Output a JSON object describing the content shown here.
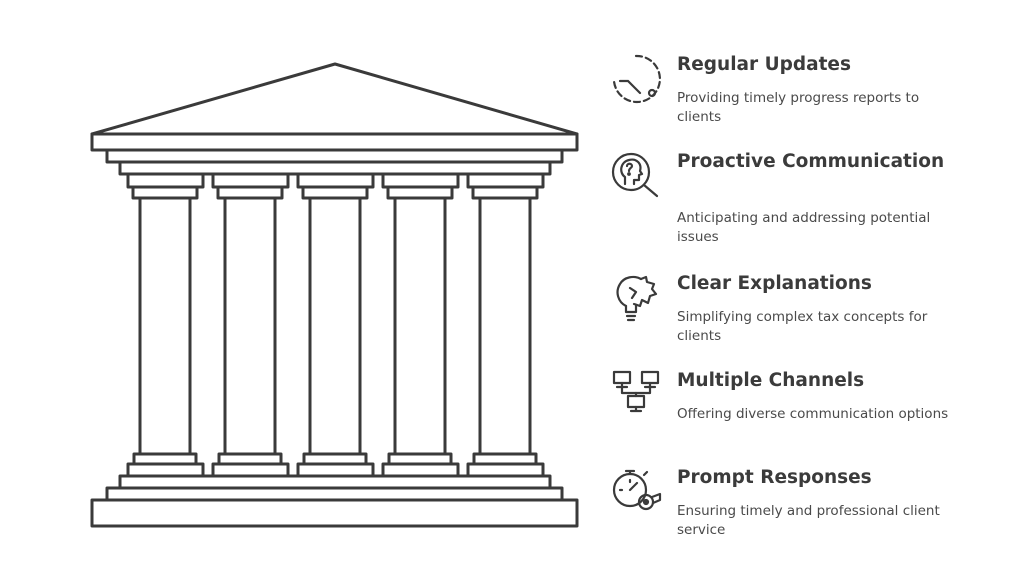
{
  "items": [
    {
      "title": "Regular Updates",
      "description": "Providing timely progress reports to clients",
      "icon": "clock-icon"
    },
    {
      "title": "Proactive Communication",
      "description": "Anticipating and addressing potential issues",
      "icon": "head-question-icon"
    },
    {
      "title": "Clear Explanations",
      "description": "Simplifying complex tax concepts for clients",
      "icon": "lightbulb-puzzle-icon"
    },
    {
      "title": "Multiple Channels",
      "description": "Offering diverse communication options",
      "icon": "network-computers-icon"
    },
    {
      "title": "Prompt Responses",
      "description": "Ensuring timely and professional client service",
      "icon": "stopwatch-whistle-icon"
    }
  ]
}
